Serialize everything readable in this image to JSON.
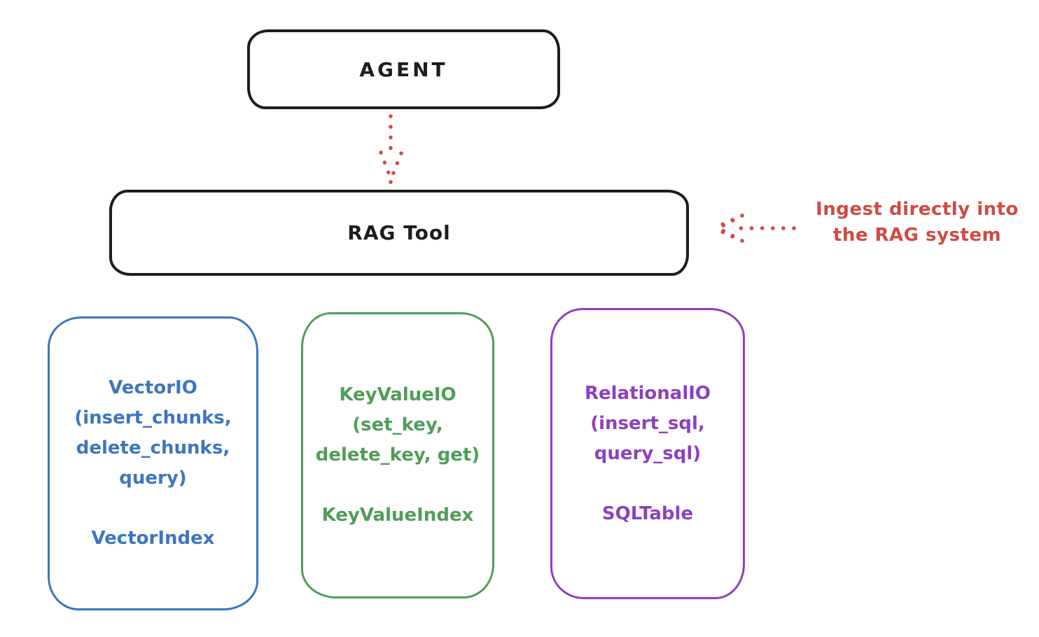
{
  "colors": {
    "ink": "#1d1d1d",
    "red": "#d14a42",
    "blue": "#3b76c0",
    "green": "#4f9e57",
    "purple": "#8f3fbf",
    "bg": "#ffffff"
  },
  "agent_box": {
    "label": "AGENT"
  },
  "rag_tool_box": {
    "label": "RAG Tool"
  },
  "annotation": {
    "line1": "Ingest directly into",
    "line2": "the RAG system"
  },
  "storage_boxes": [
    {
      "name": "vector-io",
      "color": "#3b76c0",
      "title_lines": [
        "VectorIO",
        "(insert_chunks,",
        "delete_chunks,",
        "query)"
      ],
      "index_label": "VectorIndex"
    },
    {
      "name": "keyvalue-io",
      "color": "#4f9e57",
      "title_lines": [
        "KeyValueIO",
        "(set_key,",
        "delete_key, get)"
      ],
      "index_label": "KeyValueIndex"
    },
    {
      "name": "relational-io",
      "color": "#8f3fbf",
      "title_lines": [
        "RelationalIO",
        "(insert_sql,",
        "query_sql)"
      ],
      "index_label": "SQLTable"
    }
  ]
}
